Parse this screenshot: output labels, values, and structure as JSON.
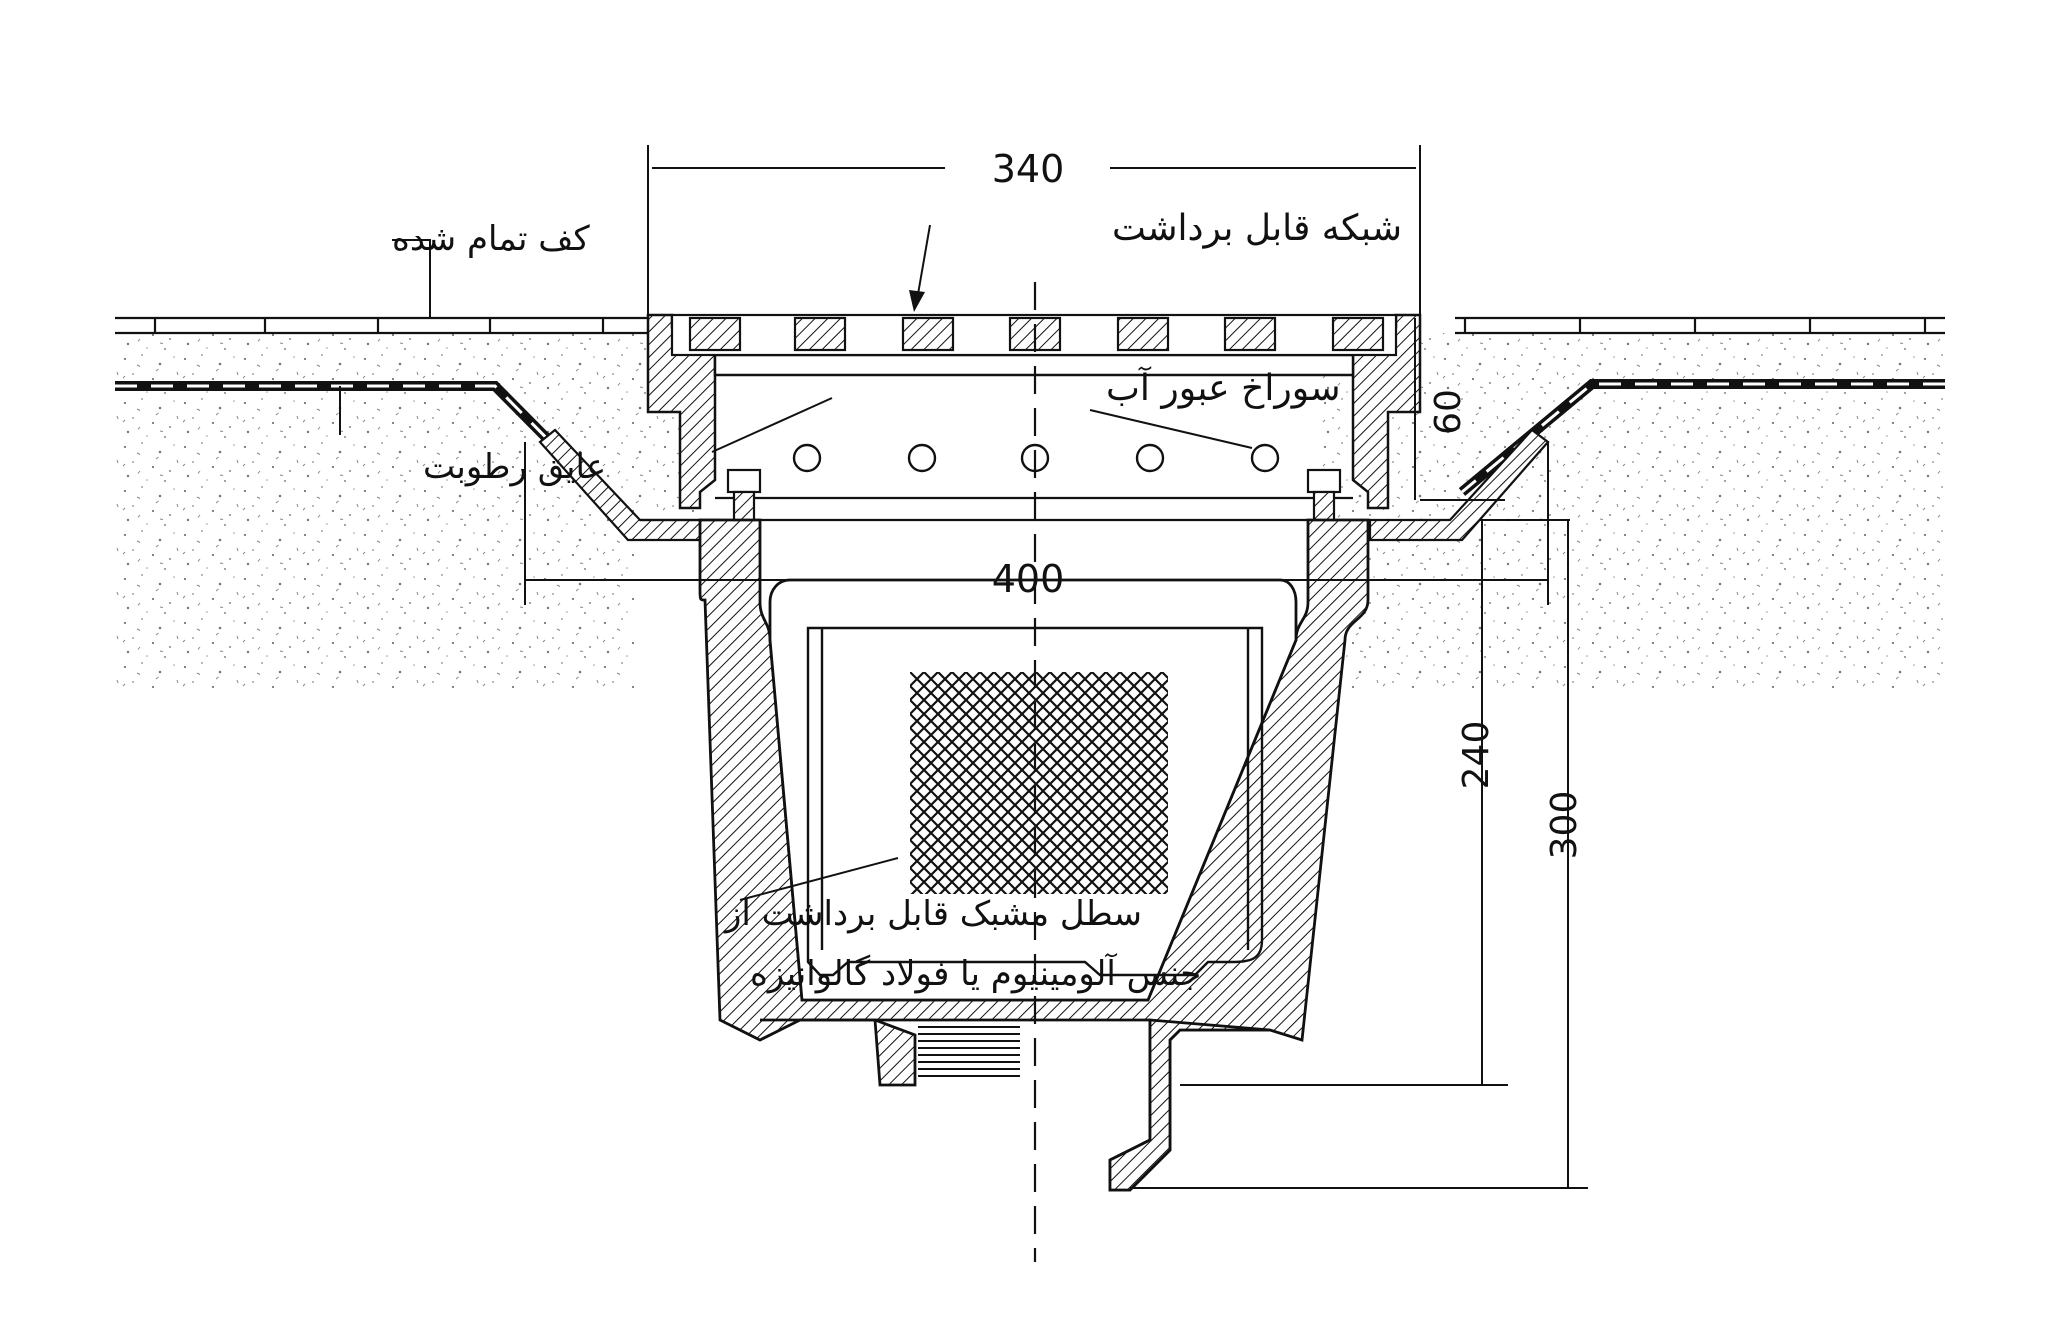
{
  "dimensions": {
    "top_width": "340",
    "flange_width": "400",
    "grate_depth": "60",
    "body_depth": "240",
    "total_depth": "300"
  },
  "labels": {
    "finished_floor": "کف تمام شده",
    "removable_grate": "شبکه قابل برداشت",
    "water_holes": "سوراخ عبور آب",
    "moisture_barrier": "عایق رطوبت",
    "basket_line1": "سطل مشبک قابل برداشت از",
    "basket_line2": "جنس آلومینیوم یا فولاد گالوانیزه"
  },
  "colors": {
    "line": "#111111",
    "background": "#ffffff"
  }
}
